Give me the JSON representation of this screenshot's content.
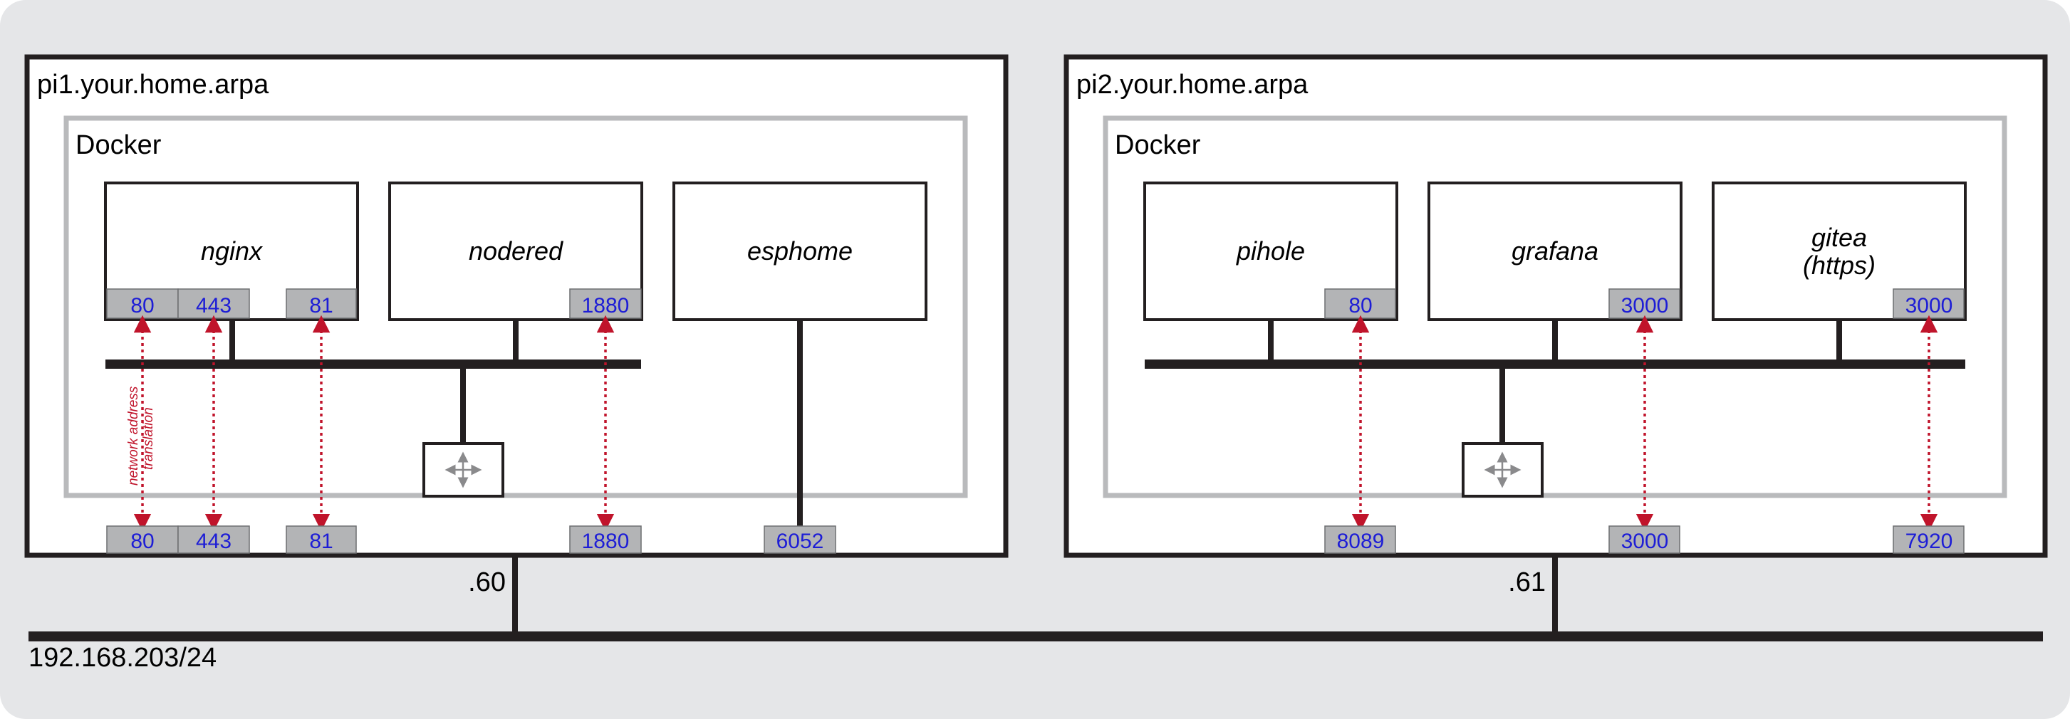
{
  "colors": {
    "background": "#e5e6e8",
    "host_fill": "#ffffff",
    "host_stroke": "#231f20",
    "docker_stroke": "#b9babc",
    "port_fill": "#b3b4b6",
    "port_text": "#1d1dd6",
    "nat_arrow": "#c0142b",
    "bus": "#231f20"
  },
  "network": {
    "label": "192.168.203/24"
  },
  "hosts": [
    {
      "name": "pi1.your.home.arpa",
      "docker_label": "Docker",
      "ip_suffix": ".60",
      "containers": [
        {
          "name": "nginx",
          "ports": [
            "80",
            "443",
            "81"
          ]
        },
        {
          "name": "nodered",
          "ports": [
            "1880"
          ]
        },
        {
          "name": "esphome",
          "ports": []
        }
      ],
      "external_ports": [
        "80",
        "443",
        "81",
        "1880",
        "6052"
      ],
      "nat_label": [
        "network address",
        "translation"
      ],
      "router_icon": "move-arrows-icon"
    },
    {
      "name": "pi2.your.home.arpa",
      "docker_label": "Docker",
      "ip_suffix": ".61",
      "containers": [
        {
          "name": "pihole",
          "ports": [
            "80"
          ]
        },
        {
          "name": "grafana",
          "ports": [
            "3000"
          ]
        },
        {
          "name": "gitea",
          "name_line2": "(https)",
          "ports": [
            "3000"
          ]
        }
      ],
      "external_ports": [
        "8089",
        "3000",
        "7920"
      ],
      "router_icon": "move-arrows-icon"
    }
  ]
}
